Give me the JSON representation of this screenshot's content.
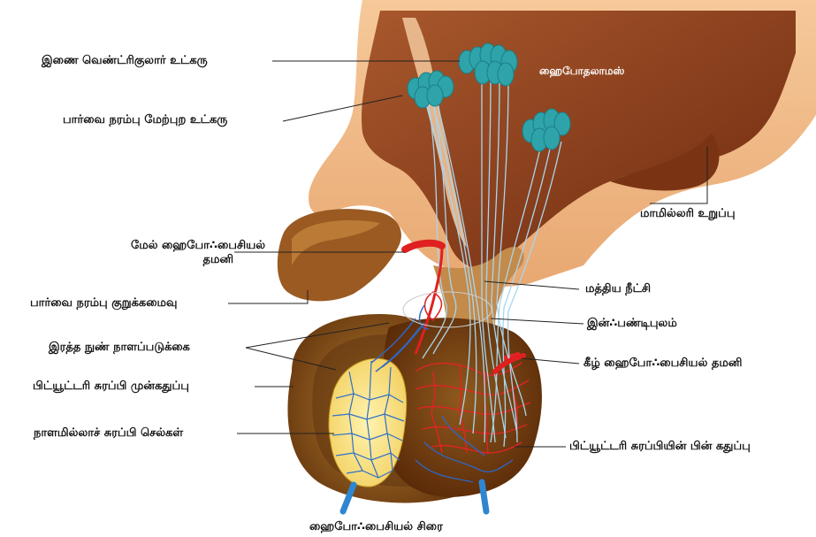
{
  "diagram": {
    "inner_label": "ஹைபோதலாமஸ்",
    "labels": {
      "paired_ventricular": "இணை வெண்ட்ரிகுலார் உட்கரு",
      "supraoptic": "பார்வை நரம்பு மேற்புற உட்கரு",
      "superior_artery_1": "மேல் ஹைபோ∴பைசியல்",
      "superior_artery_2": "தமனி",
      "optic_chiasma": "பார்வை நரம்பு குறுக்கமைவு",
      "capillary_bed": "இரத்த நுண் நாளப்படுக்கை",
      "anterior_pituitary": "பிட்யூட்டரி சுரப்பி முன்கதுப்பு",
      "endocrine_cells": "நாளமில்லாச் சுரப்பி செல்கள்",
      "mammillary": "மாமில்லரி உறுப்பு",
      "median_eminence": "மத்திய நீட்சி",
      "infundibulum": "இன்∴பண்டிபுலம்",
      "inferior_artery": "கீழ் ஹைபோ∴பைசியல் தமனி",
      "posterior_pituitary": "பிட்யூட்டரி சுரப்பியின் பின் கதுப்பு",
      "hypophyseal_vein": "ஹைபோ∴பைசியல் சிரை"
    },
    "colors": {
      "brain": "#8a3d1c",
      "gland": "#9c6420",
      "neuron": "#2aa0a8",
      "artery": "#e02020",
      "vein": "#2060c0"
    }
  }
}
